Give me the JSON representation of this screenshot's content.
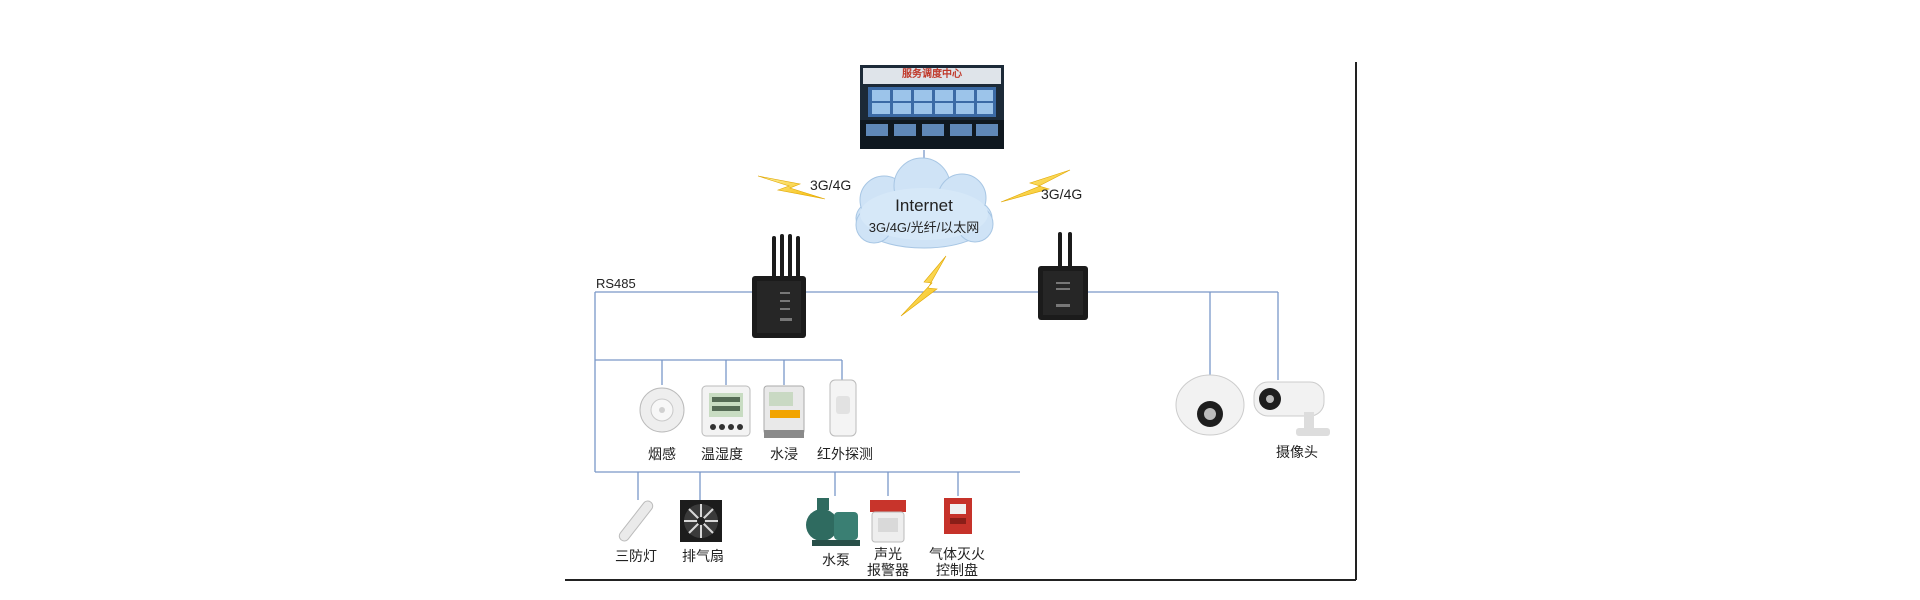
{
  "diagram": {
    "control_center": {
      "banner": "服务调度中心"
    },
    "links": {
      "left_wireless": "3G/4G",
      "right_wireless": "3G/4G"
    },
    "cloud": {
      "title": "Internet",
      "subtitle": "3G/4G/光纤/以太网"
    },
    "bus_label": "RS485",
    "sensors": [
      {
        "label": "烟感",
        "icon": "smoke-detector-icon"
      },
      {
        "label": "温湿度",
        "icon": "thermo-hygrometer-icon"
      },
      {
        "label": "水浸",
        "icon": "water-leak-sensor-icon"
      },
      {
        "label": "红外探测",
        "icon": "infrared-detector-icon"
      }
    ],
    "actuators": [
      {
        "label": "三防灯",
        "icon": "tri-proof-lamp-icon"
      },
      {
        "label": "排气扇",
        "icon": "exhaust-fan-icon"
      },
      {
        "label": "水泵",
        "icon": "water-pump-icon"
      },
      {
        "label_line1": "声光",
        "label_line2": "报警器",
        "icon": "alarm-siren-icon"
      },
      {
        "label_line1": "气体灭火",
        "label_line2": "控制盘",
        "icon": "gas-extinguisher-panel-icon"
      }
    ],
    "cameras": {
      "label": "摄像头",
      "icon": "camera-icon"
    },
    "colors": {
      "line": "#7a98c8",
      "lightning": "#f5c400",
      "cloud": "#cfe3f6",
      "device": "#1b1b1b"
    }
  }
}
